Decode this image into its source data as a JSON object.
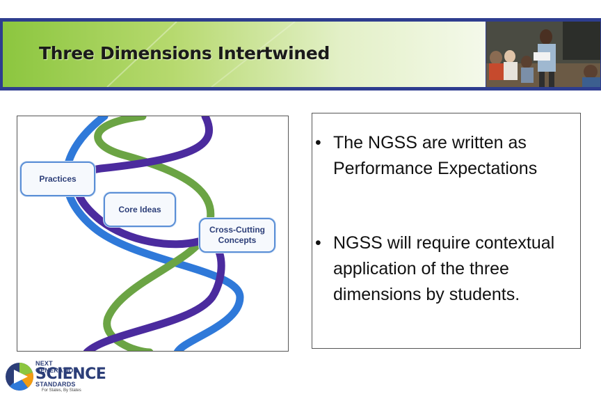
{
  "slide": {
    "title": "Three Dimensions Intertwined"
  },
  "diagram": {
    "labels": {
      "practices": "Practices",
      "core_ideas": "Core Ideas",
      "cross_cutting": "Cross-Cutting Concepts"
    },
    "strand_colors": {
      "purple": "#4b2b9e",
      "green": "#6ba444",
      "blue": "#2f79d9"
    }
  },
  "bullets": [
    "The NGSS are written as Performance Expectations",
    "NGSS will require contextual application of the three dimensions by students."
  ],
  "logo": {
    "line1": "NEXT GENERATION",
    "line2": "SCIENCE",
    "line3": "STANDARDS",
    "line4": "For States, By States"
  },
  "colors": {
    "header_band": "#2e3d8f",
    "header_green": "#8cc63f"
  }
}
